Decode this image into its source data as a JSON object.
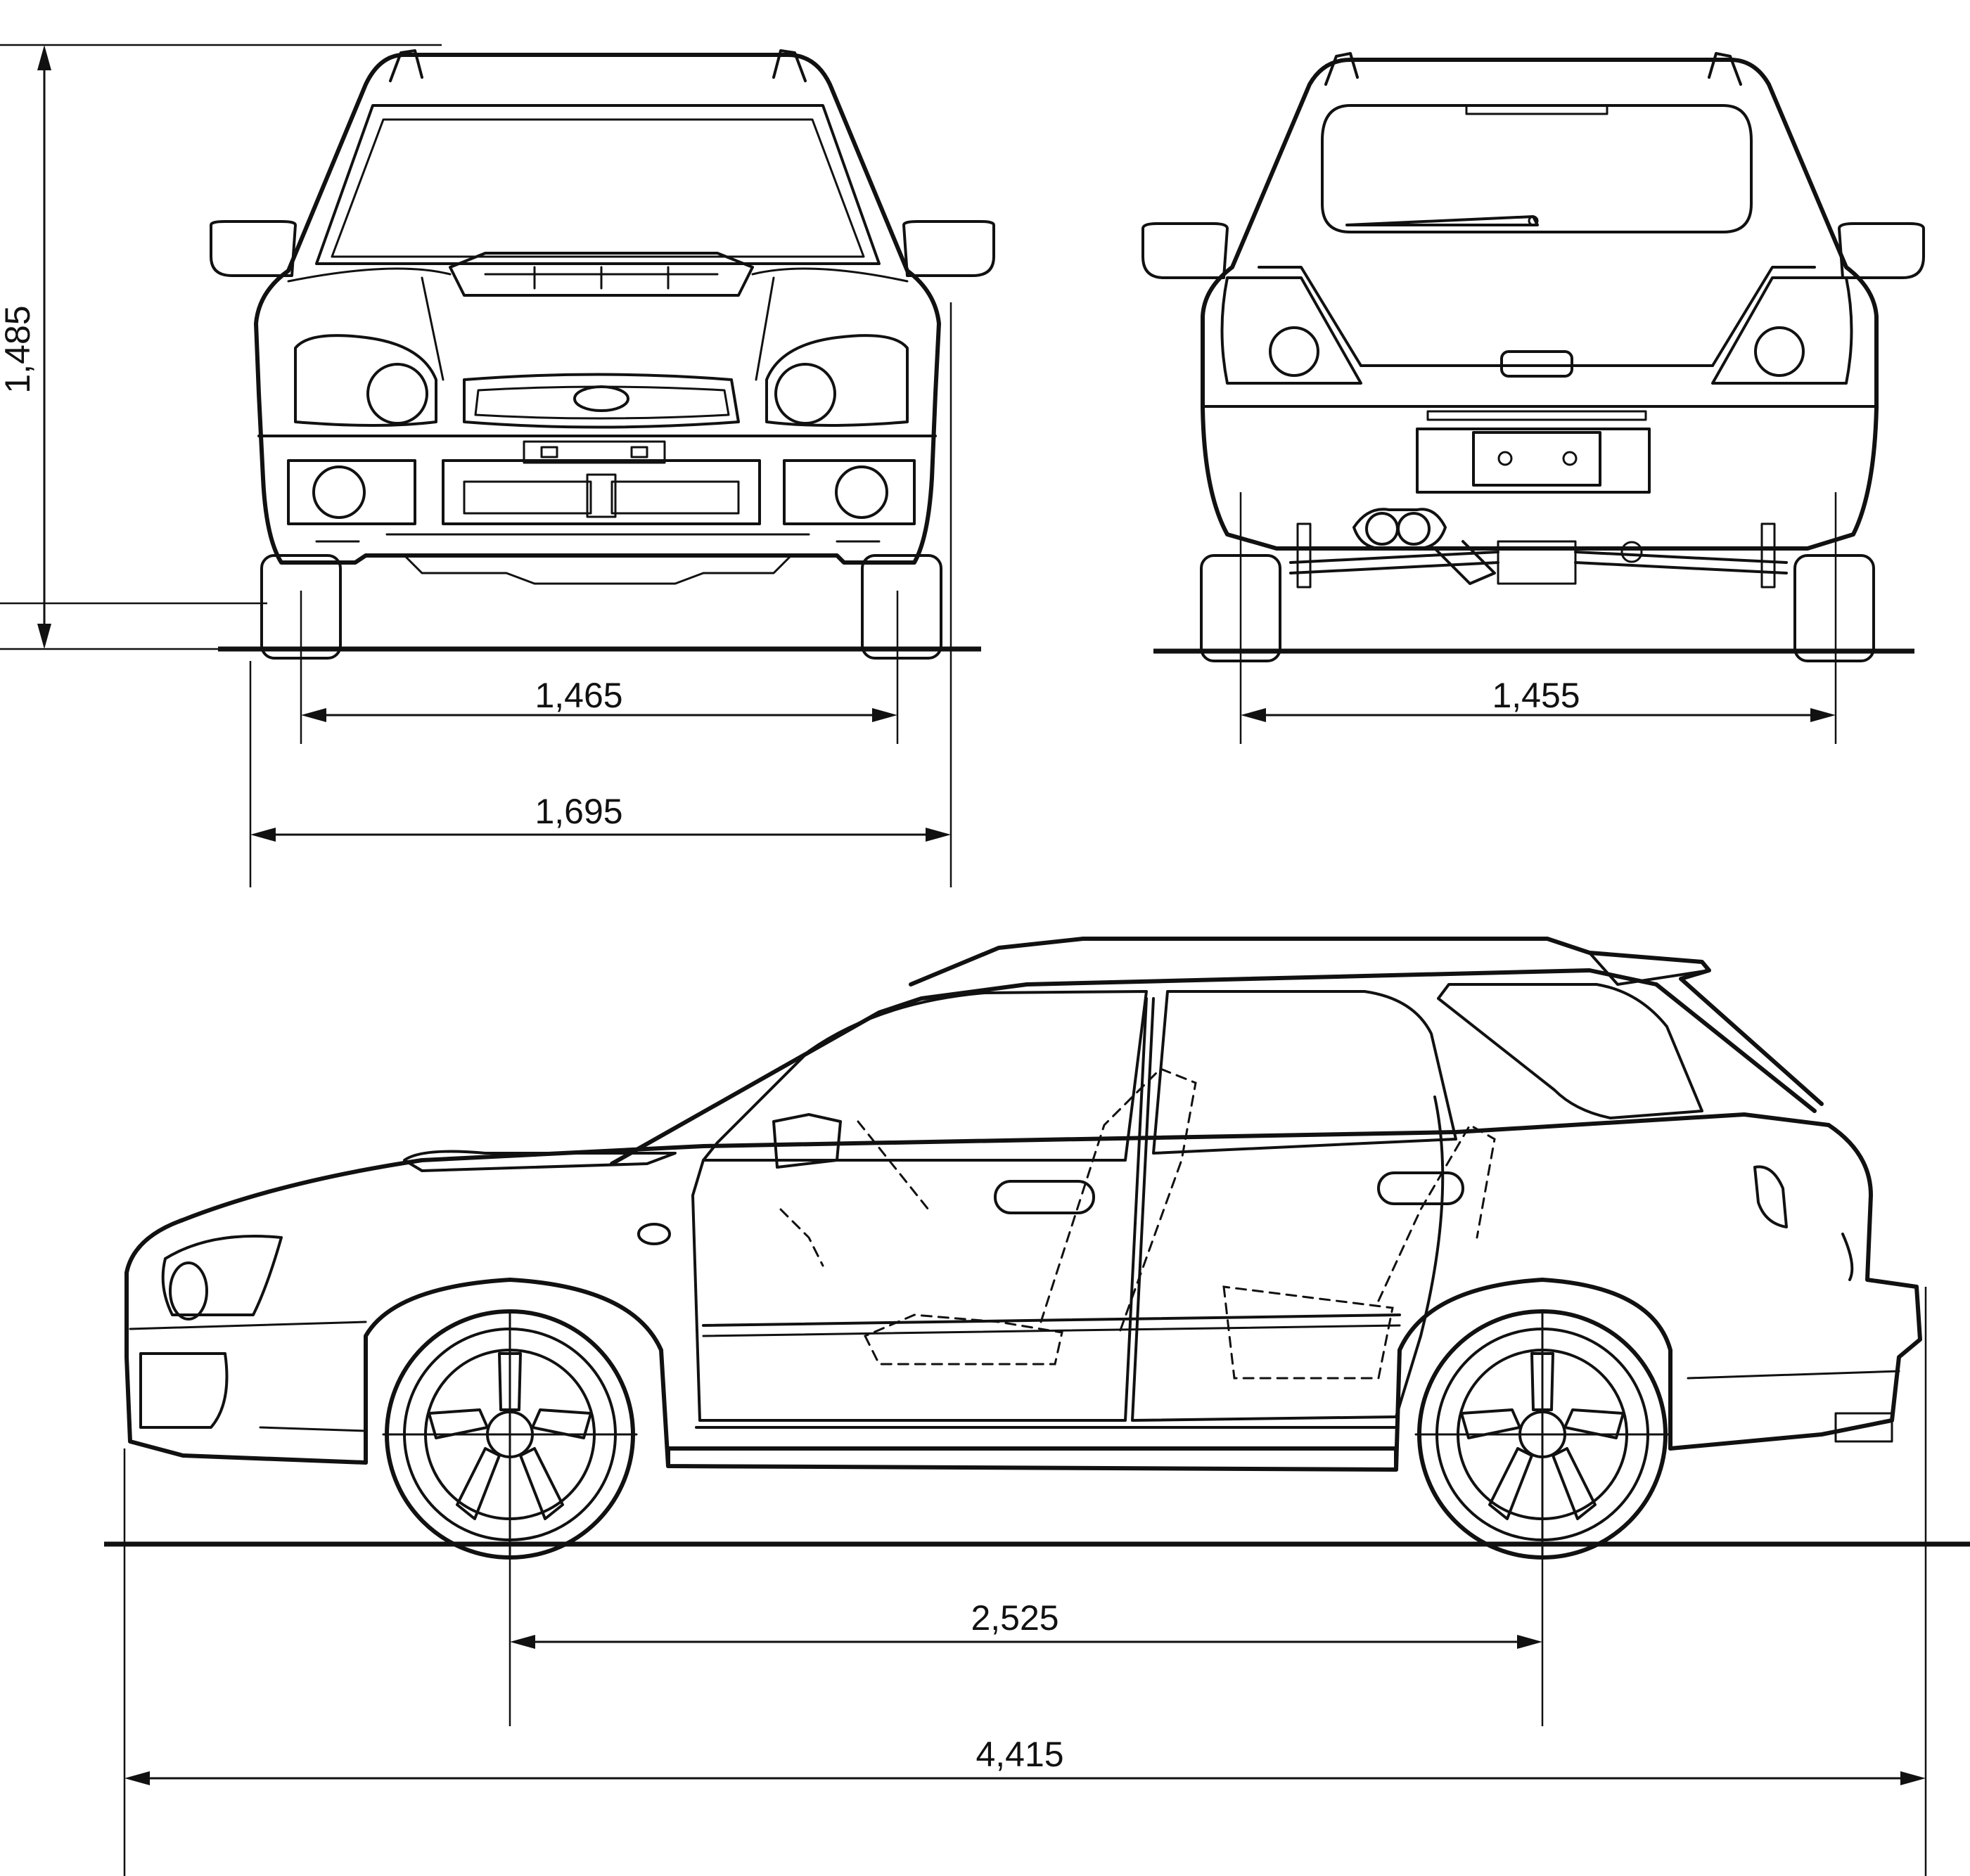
{
  "dimensions": {
    "height": "1,485",
    "front_track": "1,465",
    "front_width": "1,695",
    "rear_track": "1,455",
    "wheelbase": "2,525",
    "length": "4,415"
  },
  "views": [
    "front-view",
    "rear-view",
    "side-view"
  ]
}
